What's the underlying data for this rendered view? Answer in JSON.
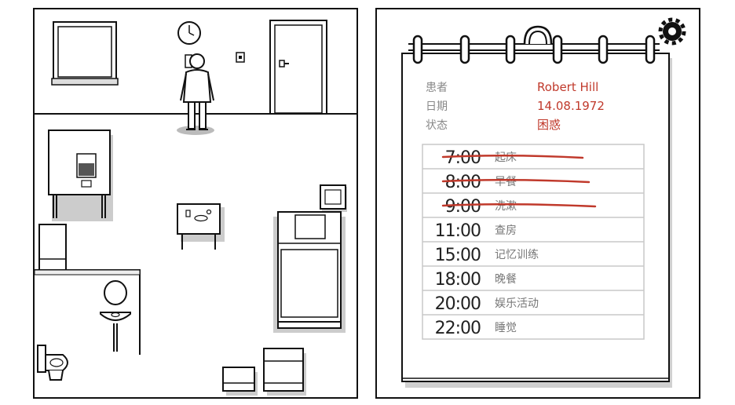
{
  "room": {
    "scene": "patient-room"
  },
  "notepad": {
    "fields": [
      {
        "label": "患者",
        "value": "Robert Hill"
      },
      {
        "label": "日期",
        "value": "14.08.1972"
      },
      {
        "label": "状态",
        "value": "困惑"
      }
    ],
    "schedule": [
      {
        "time": "7:00",
        "activity": "起床",
        "done": true
      },
      {
        "time": "8:00",
        "activity": "早餐",
        "done": true
      },
      {
        "time": "9:00",
        "activity": "洗漱",
        "done": true
      },
      {
        "time": "11:00",
        "activity": "查房",
        "done": false
      },
      {
        "time": "15:00",
        "activity": "记忆训练",
        "done": false
      },
      {
        "time": "18:00",
        "activity": "晚餐",
        "done": false
      },
      {
        "time": "20:00",
        "activity": "娱乐活动",
        "done": false
      },
      {
        "time": "22:00",
        "activity": "睡觉",
        "done": false
      }
    ],
    "accent_color": "#c0392b",
    "label_color": "#888888",
    "settings_icon": "gear-icon"
  }
}
